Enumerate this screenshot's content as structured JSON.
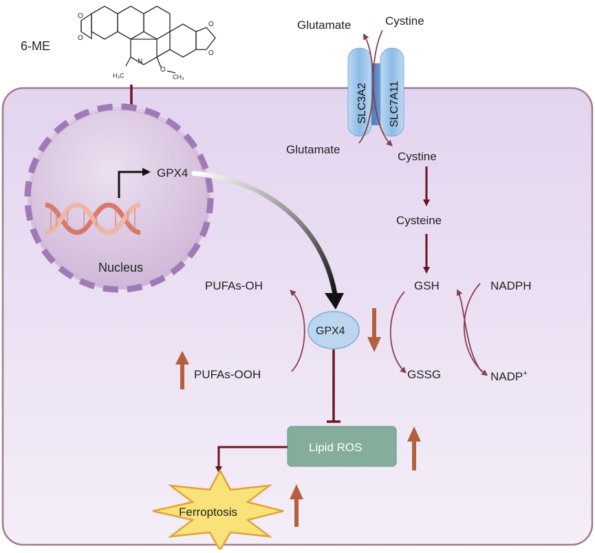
{
  "labels": {
    "compound": "6-ME",
    "gene_gpx4": "GPX4",
    "nucleus": "Nucleus",
    "glutamate_out": "Glutamate",
    "cystine_out": "Cystine",
    "slc3a2": "SLC3A2",
    "slc7a11": "SLC7A11",
    "glutamate_in": "Glutamate",
    "cystine_in": "Cystine",
    "cysteine": "Cysteine",
    "gsh": "GSH",
    "gssg": "GSSG",
    "nadph": "NADPH",
    "nadp": "NADP",
    "nadp_sup": "+",
    "gpx4_protein": "GPX4",
    "pufas_oh": "PUFAs-OH",
    "pufas_ooh": "PUFAs-OOH",
    "lipid_ros": "Lipid ROS",
    "ferroptosis": "Ferroptosis"
  },
  "molecule_atoms": {
    "n": "N",
    "o": "O",
    "h3c": "H₃C",
    "ch3": "CH₃"
  },
  "colors": {
    "cell_fill": "#e9dff3",
    "cell_stroke": "#a07a8c",
    "nucleus_fill": "#d6c3de",
    "nucleus_dash": "#a07ab6",
    "arrow_dark": "#6b1424",
    "arrow_curve": "#8a3c4e",
    "up_down_arrow": "#b5603c",
    "gpx4_fill": "#bcd6ef",
    "lipid_ros_fill": "#84ad9c",
    "ferroptosis_fill": "#f9e27a",
    "ferroptosis_stroke": "#e2a233",
    "transporter_fill": "#9ec6ec",
    "dna_color": "#e8907a"
  },
  "trend": {
    "gpx4": "down",
    "pufas_ooh": "up",
    "lipid_ros": "up",
    "ferroptosis": "up"
  }
}
